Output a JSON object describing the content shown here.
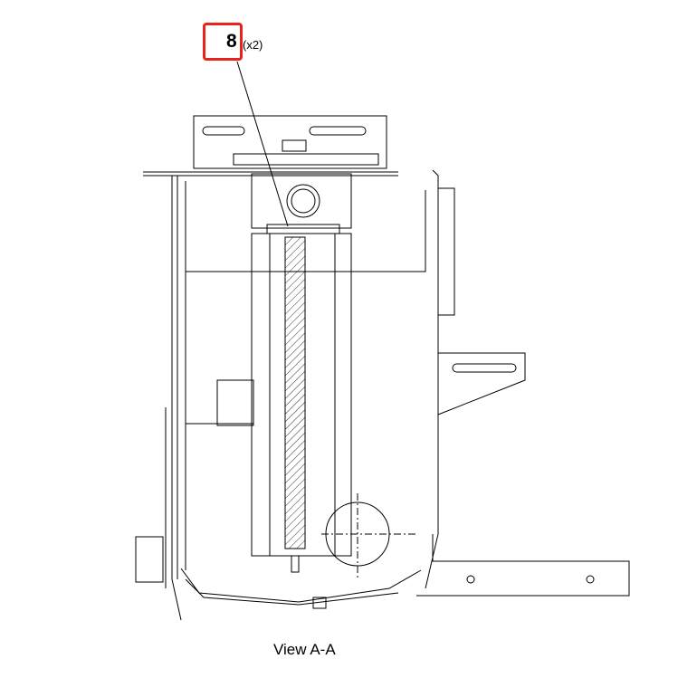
{
  "callout": {
    "number": "8",
    "quantity": "(x2)",
    "highlight_color": "#e8231e"
  },
  "caption": "View A-A"
}
